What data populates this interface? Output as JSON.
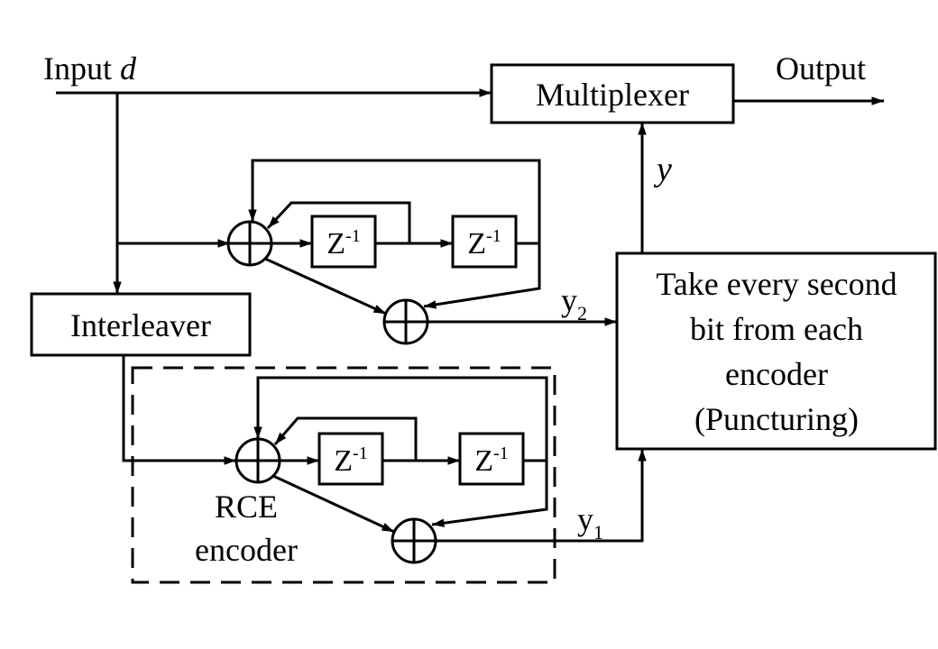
{
  "labels": {
    "input": "Input",
    "input_var": "d",
    "output": "Output",
    "multiplexer": "Multiplexer",
    "y": "y",
    "interleaver": "Interleaver",
    "puncturing_lines": [
      "Take every second",
      "bit from each",
      "encoder",
      "(Puncturing)"
    ],
    "y2_base": "y",
    "y2_sub": "2",
    "y1_base": "y",
    "y1_sub": "1",
    "rce_line1": "RCE",
    "rce_line2": "encoder",
    "delay_base": "Z",
    "delay_sup": "-1"
  }
}
